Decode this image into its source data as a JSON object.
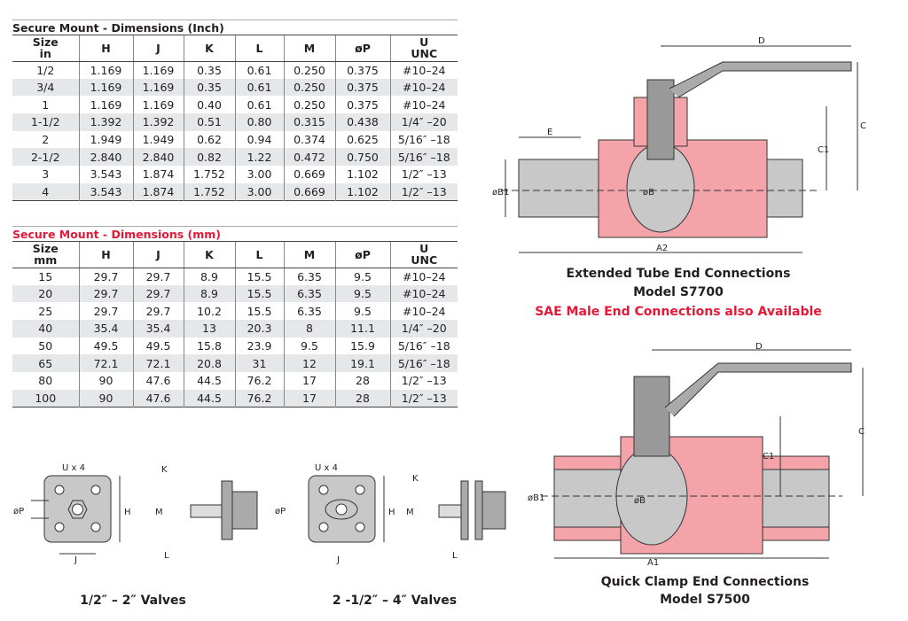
{
  "inch_table": {
    "title": "Secure Mount - Dimensions (Inch)",
    "headers": [
      [
        "Size",
        "in"
      ],
      [
        "H"
      ],
      [
        "J"
      ],
      [
        "K"
      ],
      [
        "L"
      ],
      [
        "M"
      ],
      [
        "øP"
      ],
      [
        "U",
        "UNC"
      ]
    ],
    "rows": [
      [
        "1/2",
        "1.169",
        "1.169",
        "0.35",
        "0.61",
        "0.250",
        "0.375",
        "#10–24"
      ],
      [
        "3/4",
        "1.169",
        "1.169",
        "0.35",
        "0.61",
        "0.250",
        "0.375",
        "#10–24"
      ],
      [
        "1",
        "1.169",
        "1.169",
        "0.40",
        "0.61",
        "0.250",
        "0.375",
        "#10–24"
      ],
      [
        "1-1/2",
        "1.392",
        "1.392",
        "0.51",
        "0.80",
        "0.315",
        "0.438",
        "1/4″ –20"
      ],
      [
        "2",
        "1.949",
        "1.949",
        "0.62",
        "0.94",
        "0.374",
        "0.625",
        "5/16″ –18"
      ],
      [
        "2-1/2",
        "2.840",
        "2.840",
        "0.82",
        "1.22",
        "0.472",
        "0.750",
        "5/16″ –18"
      ],
      [
        "3",
        "3.543",
        "1.874",
        "1.752",
        "3.00",
        "0.669",
        "1.102",
        "1/2″ –13"
      ],
      [
        "4",
        "3.543",
        "1.874",
        "1.752",
        "3.00",
        "0.669",
        "1.102",
        "1/2″ –13"
      ]
    ]
  },
  "mm_table": {
    "title": "Secure Mount - Dimensions (mm)",
    "headers": [
      [
        "Size",
        "mm"
      ],
      [
        "H"
      ],
      [
        "J"
      ],
      [
        "K"
      ],
      [
        "L"
      ],
      [
        "M"
      ],
      [
        "øP"
      ],
      [
        "U",
        "UNC"
      ]
    ],
    "rows": [
      [
        "15",
        "29.7",
        "29.7",
        "8.9",
        "15.5",
        "6.35",
        "9.5",
        "#10–24"
      ],
      [
        "20",
        "29.7",
        "29.7",
        "8.9",
        "15.5",
        "6.35",
        "9.5",
        "#10–24"
      ],
      [
        "25",
        "29.7",
        "29.7",
        "10.2",
        "15.5",
        "6.35",
        "9.5",
        "#10–24"
      ],
      [
        "40",
        "35.4",
        "35.4",
        "13",
        "20.3",
        "8",
        "11.1",
        "1/4″ –20"
      ],
      [
        "50",
        "49.5",
        "49.5",
        "15.8",
        "23.9",
        "9.5",
        "15.9",
        "5/16″ –18"
      ],
      [
        "65",
        "72.1",
        "72.1",
        "20.8",
        "31",
        "12",
        "19.1",
        "5/16″ –18"
      ],
      [
        "80",
        "90",
        "47.6",
        "44.5",
        "76.2",
        "17",
        "28",
        "1/2″ –13"
      ],
      [
        "100",
        "90",
        "47.6",
        "44.5",
        "76.2",
        "17",
        "28",
        "1/2″ –13"
      ]
    ]
  },
  "captions": {
    "small_valves": "1/2″ – 2″ Valves",
    "large_valves": "2 -1/2″ – 4″ Valves",
    "s7700_line1": "Extended Tube End Connections",
    "s7700_line2": "Model S7700",
    "s7700_note": "SAE Male End Connections also Available",
    "s7500_line1": "Quick Clamp End Connections",
    "s7500_line2": "Model S7500"
  },
  "dims": {
    "U": "U x 4",
    "P": "øP",
    "H": "H",
    "J": "J",
    "K": "K",
    "M": "M",
    "L": "L",
    "D": "D",
    "C": "C",
    "C1": "C1",
    "E": "E",
    "B1": "øB1",
    "B": "øB",
    "A2": "A2",
    "A1": "A1"
  },
  "colors": {
    "red": "#e31937",
    "valve_pink": "#f4a3a8",
    "steel": "#c8c8c8"
  }
}
